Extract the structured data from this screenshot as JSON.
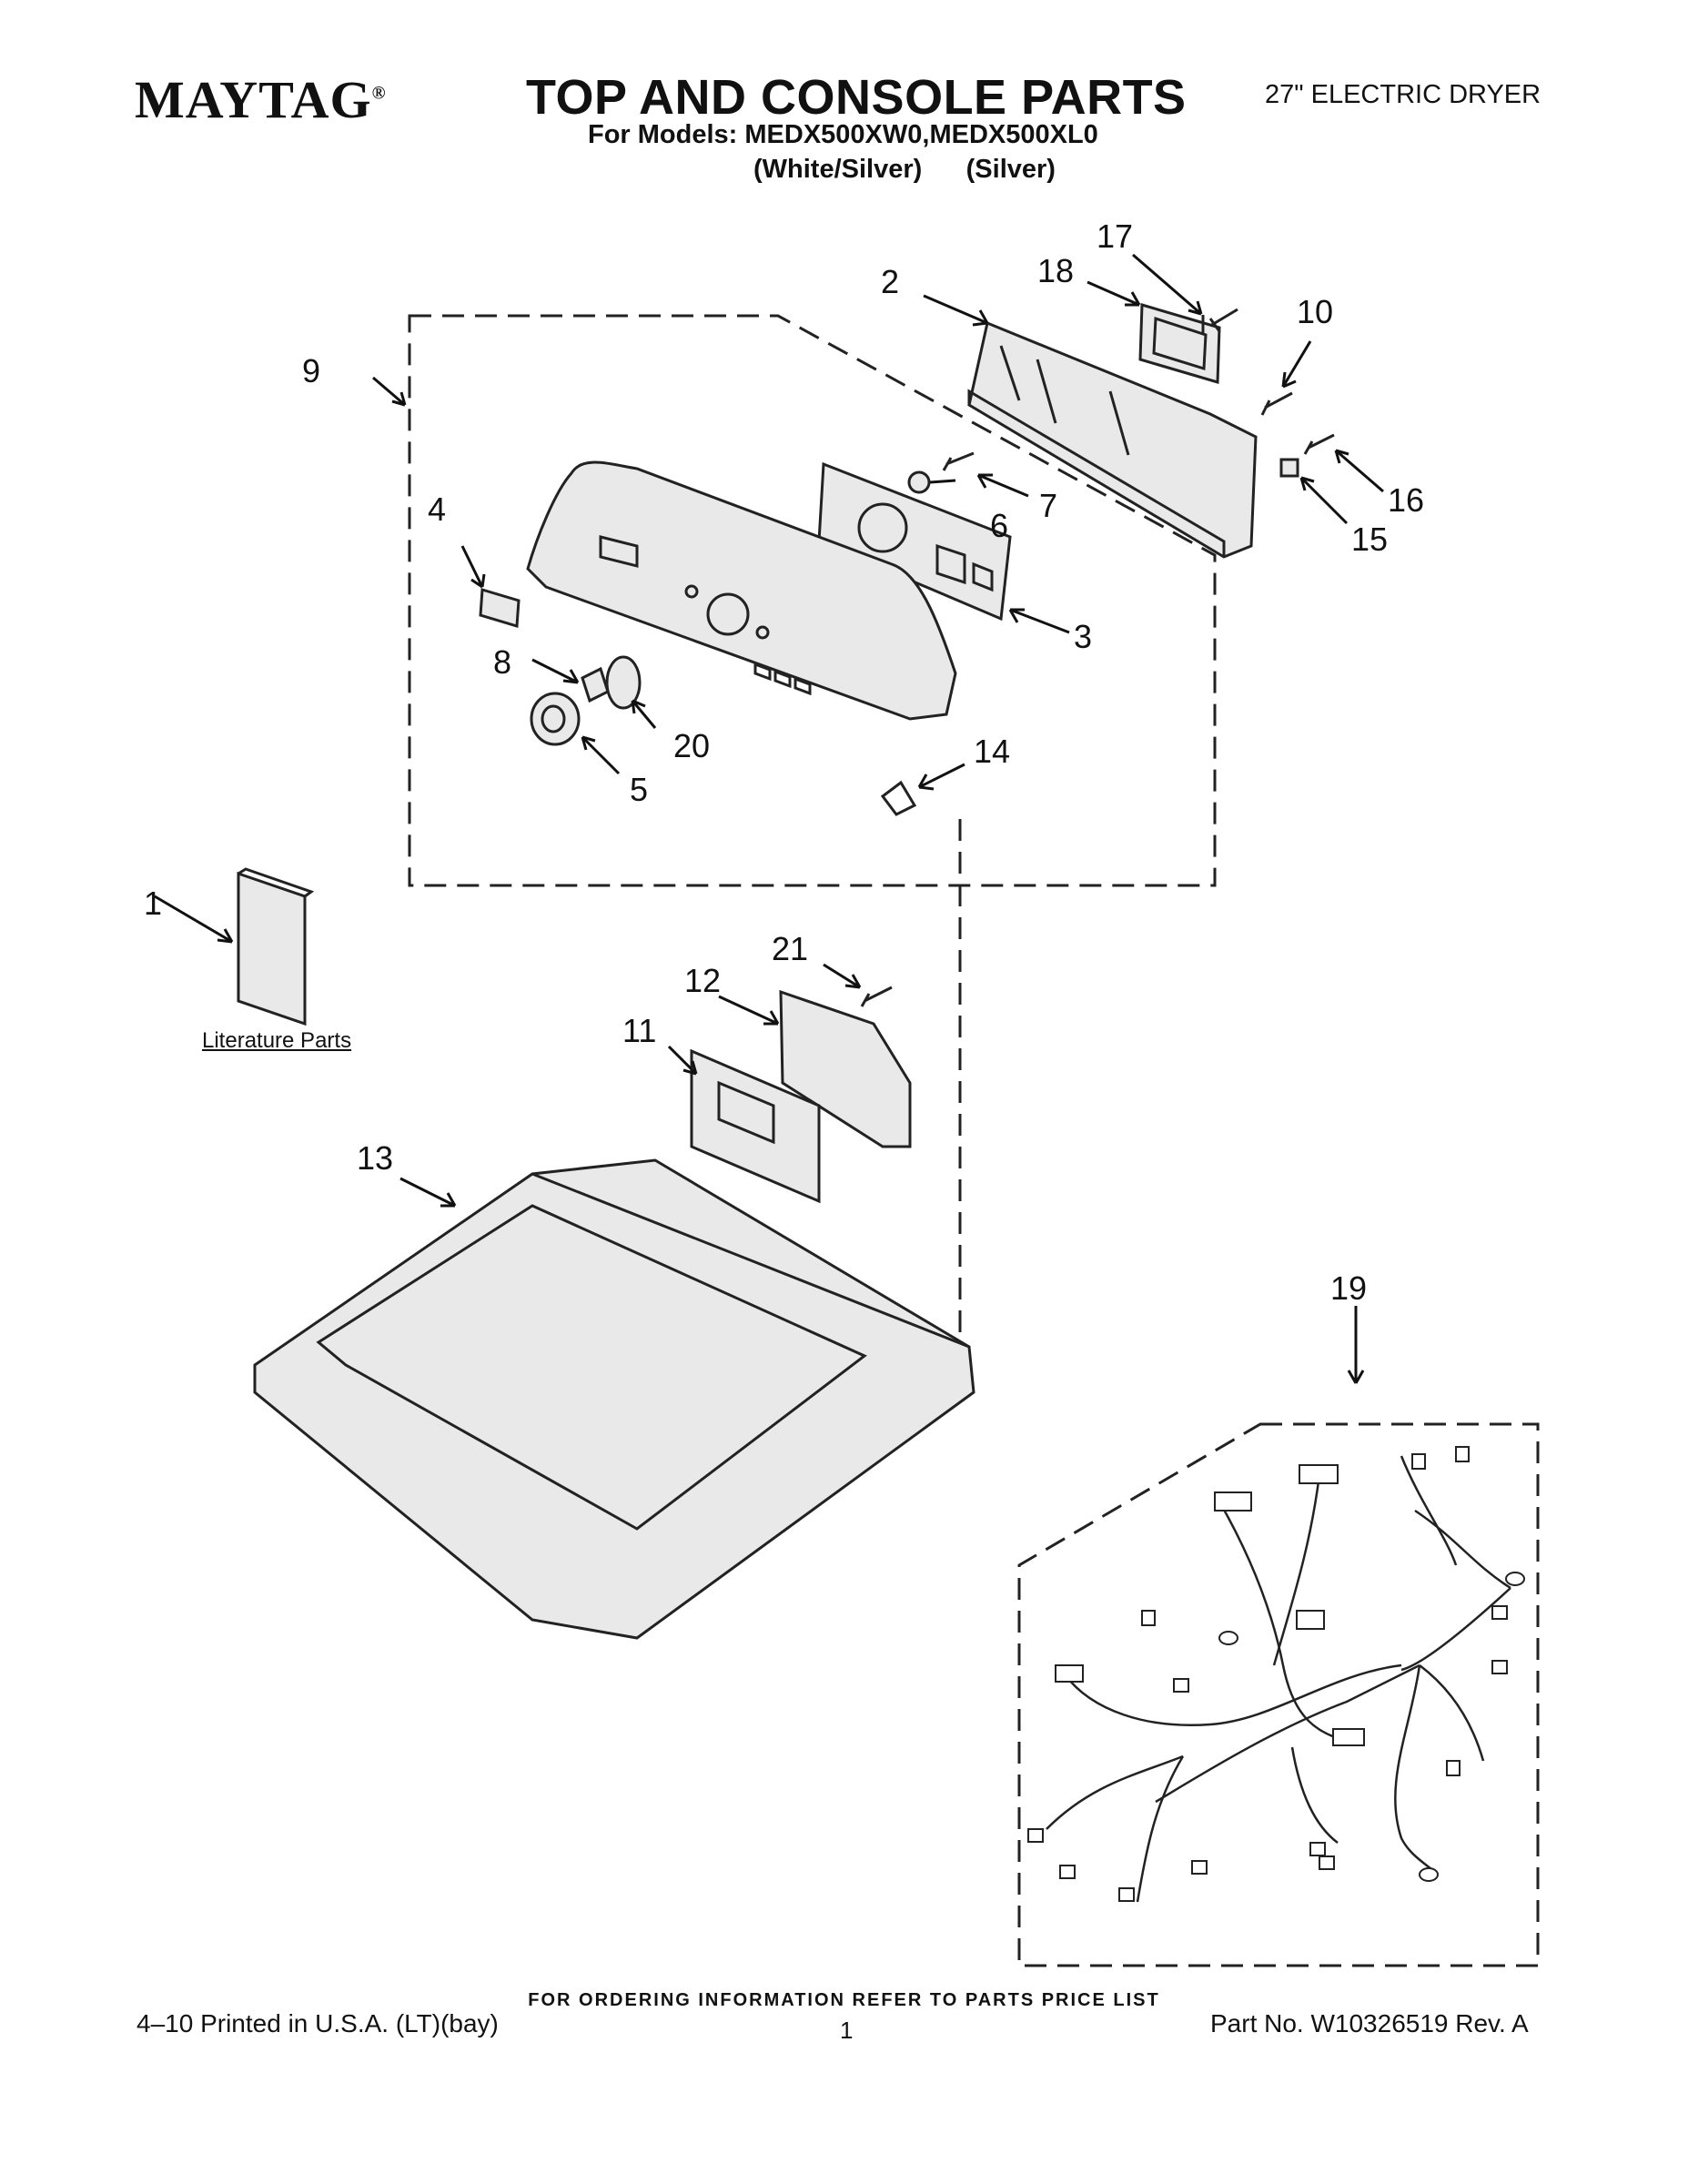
{
  "header": {
    "brand": "MAYTAG",
    "brand_mark": "®",
    "title": "TOP AND CONSOLE PARTS",
    "product": "27\" ELECTRIC DRYER",
    "models_line": "For Models: MEDX500XW0,MEDX500XL0",
    "variants_line": "(White/Silver)      (Silver)"
  },
  "literature_label": "Literature Parts",
  "callouts": [
    "1",
    "2",
    "3",
    "4",
    "5",
    "6",
    "7",
    "8",
    "9",
    "10",
    "11",
    "12",
    "13",
    "14",
    "15",
    "16",
    "17",
    "18",
    "19",
    "20",
    "21"
  ],
  "footer": {
    "ordering_note": "FOR ORDERING INFORMATION REFER TO PARTS PRICE LIST",
    "printed": "4–10 Printed in U.S.A. (LT)(bay)",
    "page": "1",
    "part_no": "Part No. W10326519 Rev. A"
  }
}
